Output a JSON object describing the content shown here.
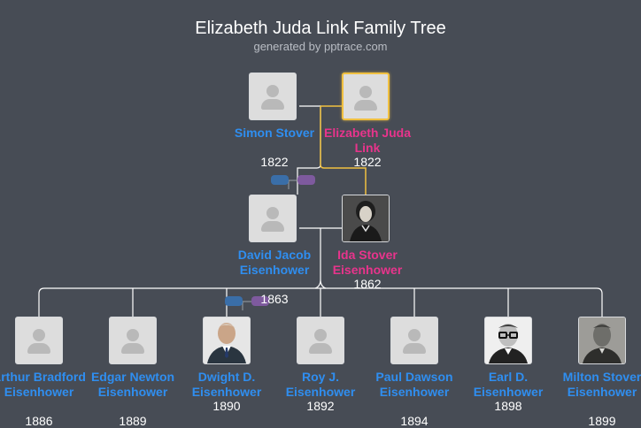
{
  "header": {
    "title": "Elizabeth Juda Link Family Tree",
    "subtitle": "generated by pptrace.com"
  },
  "colors": {
    "male": "#2f8ef0",
    "female": "#e8348c",
    "root_highlight": "#f0c040",
    "link": "#ffffff"
  },
  "people": {
    "simon": {
      "name": "Simon Stover",
      "year": "1822",
      "photo": "person-placeholder-icon"
    },
    "elizabeth": {
      "name": "Elizabeth Juda Link",
      "year": "1822",
      "photo": "person-placeholder-icon"
    },
    "david": {
      "name": "David Jacob Eisenhower",
      "year": "1863",
      "photo": "person-placeholder-icon"
    },
    "ida": {
      "name": "Ida Stover Eisenhower",
      "year": "1862",
      "photo": "portrait-photo"
    },
    "arthur": {
      "name": "Arthur Bradford Eisenhower",
      "year": "1886",
      "photo": "person-placeholder-icon"
    },
    "edgar": {
      "name": "Edgar Newton Eisenhower",
      "year": "1889",
      "photo": "person-placeholder-icon"
    },
    "dwight": {
      "name": "Dwight D. Eisenhower",
      "year": "1890",
      "photo": "portrait-photo"
    },
    "roy": {
      "name": "Roy J. Eisenhower",
      "year": "1892",
      "photo": "person-placeholder-icon"
    },
    "paul": {
      "name": "Paul Dawson Eisenhower",
      "year": "1894",
      "photo": "person-placeholder-icon"
    },
    "earl": {
      "name": "Earl D. Eisenhower",
      "year": "1898",
      "photo": "portrait-photo"
    },
    "milton": {
      "name": "Milton Stover Eisenhower",
      "year": "1899",
      "photo": "portrait-photo"
    }
  }
}
